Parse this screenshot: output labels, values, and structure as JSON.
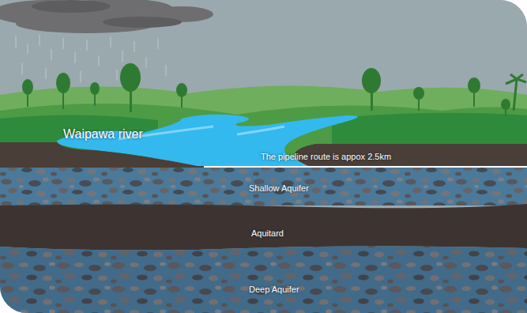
{
  "diagram": {
    "nodes": [
      {
        "text": [
          "Shallow Aquifer"
        ]
      },
      {
        "text": [
          "Aquitard"
        ]
      },
      {
        "text": [
          "Deep Aquifer"
        ]
      }
    ],
    "labels": [
      "Waipawa river",
      "The pipeline route is appox 2.5km"
    ]
  }
}
